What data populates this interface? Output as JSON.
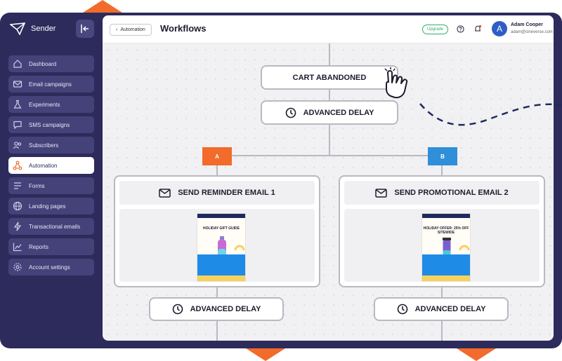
{
  "app": {
    "name": "Sender"
  },
  "colors": {
    "accent": "#f26b2b",
    "brand": "#2d2b5b",
    "blue_badge": "#2f8fd8",
    "upgrade": "#2fae6b"
  },
  "sidebar": {
    "items": [
      {
        "label": "Dashboard",
        "icon": "home-icon"
      },
      {
        "label": "Email campaigns",
        "icon": "mail-icon"
      },
      {
        "label": "Experiments",
        "icon": "flask-icon"
      },
      {
        "label": "SMS campaigns",
        "icon": "chat-icon"
      },
      {
        "label": "Subscribers",
        "icon": "users-icon"
      },
      {
        "label": "Automation",
        "icon": "automation-icon",
        "active": true
      },
      {
        "label": "Forms",
        "icon": "forms-icon"
      },
      {
        "label": "Landing pages",
        "icon": "globe-icon"
      },
      {
        "label": "Transactional emails",
        "icon": "bolt-icon"
      },
      {
        "label": "Reports",
        "icon": "chart-icon"
      },
      {
        "label": "Account settings",
        "icon": "gear-icon"
      }
    ]
  },
  "header": {
    "breadcrumb": "Automation",
    "title": "Workflows",
    "upgrade_label": "Upgrade",
    "user_name": "Adam Cooper",
    "user_email": "adam@cineverse.com",
    "avatar_initial": "A"
  },
  "workflow": {
    "trigger": "CART ABANDONED",
    "delay_top": "ADVANCED DELAY",
    "branch_a": "A",
    "branch_b": "B",
    "email_a": "SEND REMINDER EMAIL 1",
    "email_b": "SEND PROMOTIONAL EMAIL 2",
    "delay_a": "ADVANCED DELAY",
    "delay_b": "ADVANCED DELAY",
    "thumb_a_title": "HOLIDAY GIFT GUIDE",
    "thumb_b_title": "HOLIDAY OFFER: 25% OFF SITEWIDE"
  }
}
